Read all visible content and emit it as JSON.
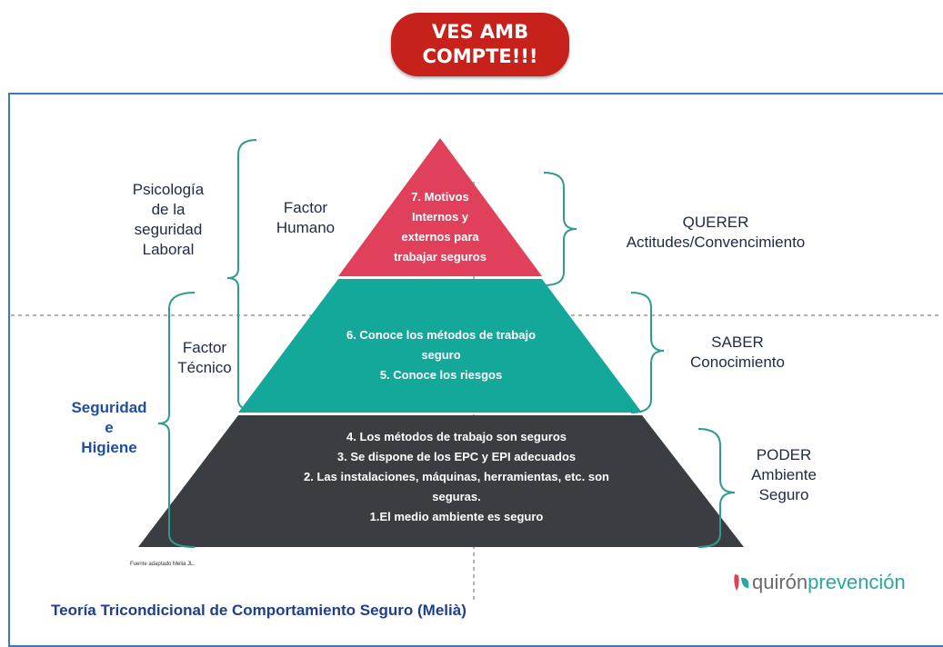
{
  "badge": {
    "line1": "VES AMB",
    "line2": "COMPTE!!!"
  },
  "left_labels": {
    "psicologia": [
      "Psicología",
      "de la",
      "seguridad",
      "Laboral"
    ],
    "factor_humano": [
      "Factor",
      "Humano"
    ],
    "factor_tecnico": [
      "Factor",
      "Técnico"
    ],
    "seguridad": [
      "Seguridad",
      "e",
      "Higiene"
    ]
  },
  "pyramid": {
    "top": [
      "7. Motivos",
      "Internos y",
      "externos  para",
      "trabajar seguros"
    ],
    "middle": [
      "6. Conoce los métodos de trabajo",
      "seguro",
      "5. Conoce los riesgos"
    ],
    "bottom": [
      "4. Los métodos de trabajo son seguros",
      "3. Se dispone de los EPC y EPI adecuados",
      "2. Las instalaciones, máquinas, herramientas, etc. son",
      "seguras.",
      "1.El medio ambiente es seguro"
    ]
  },
  "right_labels": {
    "querer": [
      "QUERER",
      "Actitudes/Convencimiento"
    ],
    "saber": [
      "SABER",
      "Conocimiento"
    ],
    "poder": [
      "PODER",
      "Ambiente",
      "Seguro"
    ]
  },
  "source_note": "Fuente adaptado Meliá JL.",
  "caption": "Teoría Tricondicional de Comportamiento Seguro (Melià)",
  "logo": {
    "part1": "quirón",
    "part2": "prevención"
  },
  "colors": {
    "top": "#e0405a",
    "middle": "#14a89a",
    "bottom": "#3a3d41",
    "badge": "#c6221b",
    "bracket": "#2f9c91",
    "frame": "#3c78c2"
  }
}
